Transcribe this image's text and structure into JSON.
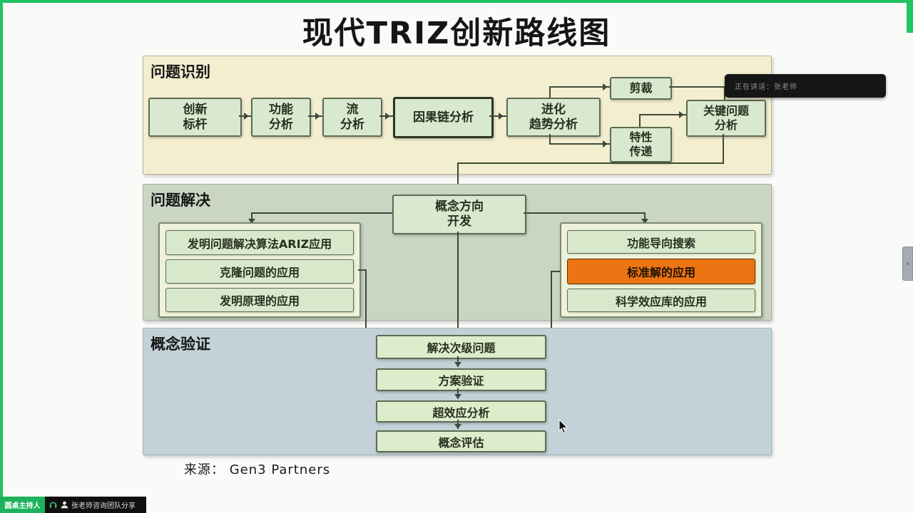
{
  "title": "现代TRIZ创新路线图",
  "source_label": "来源： Gen3 Partners",
  "speaker_overlay": {
    "text": "正在讲话：张老师"
  },
  "bottom_bar": {
    "badge": "圆桌主持人",
    "text": "张老师咨询团队分享"
  },
  "side_handle": {
    "chevron": "‹"
  },
  "colors": {
    "frame_green": "#1fc463",
    "section_identify_bg": "#f3eecf",
    "section_solve_bg": "#cad5c4",
    "section_verify_bg": "#c3d2d8",
    "box_fill": "#d8e9cf",
    "highlight_orange": "#ec7413",
    "connector": "#3e4a3a"
  },
  "diagram": {
    "sections": {
      "identify": {
        "label": "问题识别",
        "boxes": {
          "benchmark": "创新\n标杆",
          "function": "功能\n分析",
          "flow": "流\n分析",
          "causal": "因果链分析",
          "evolution": "进化\n趋势分析",
          "trimming": "剪裁",
          "transfer": "特性\n传递",
          "key_problem": "关键问题\n分析"
        }
      },
      "solve": {
        "label": "问题解决",
        "concept": "概念方向\n开发",
        "left_items": [
          "发明问题解决算法ARIZ应用",
          "克隆问题的应用",
          "发明原理的应用"
        ],
        "right_items": [
          "功能导向搜索",
          "标准解的应用",
          "科学效应库的应用"
        ]
      },
      "verify": {
        "label": "概念验证",
        "steps": [
          "解决次级问题",
          "方案验证",
          "超效应分析",
          "概念评估"
        ]
      }
    }
  }
}
